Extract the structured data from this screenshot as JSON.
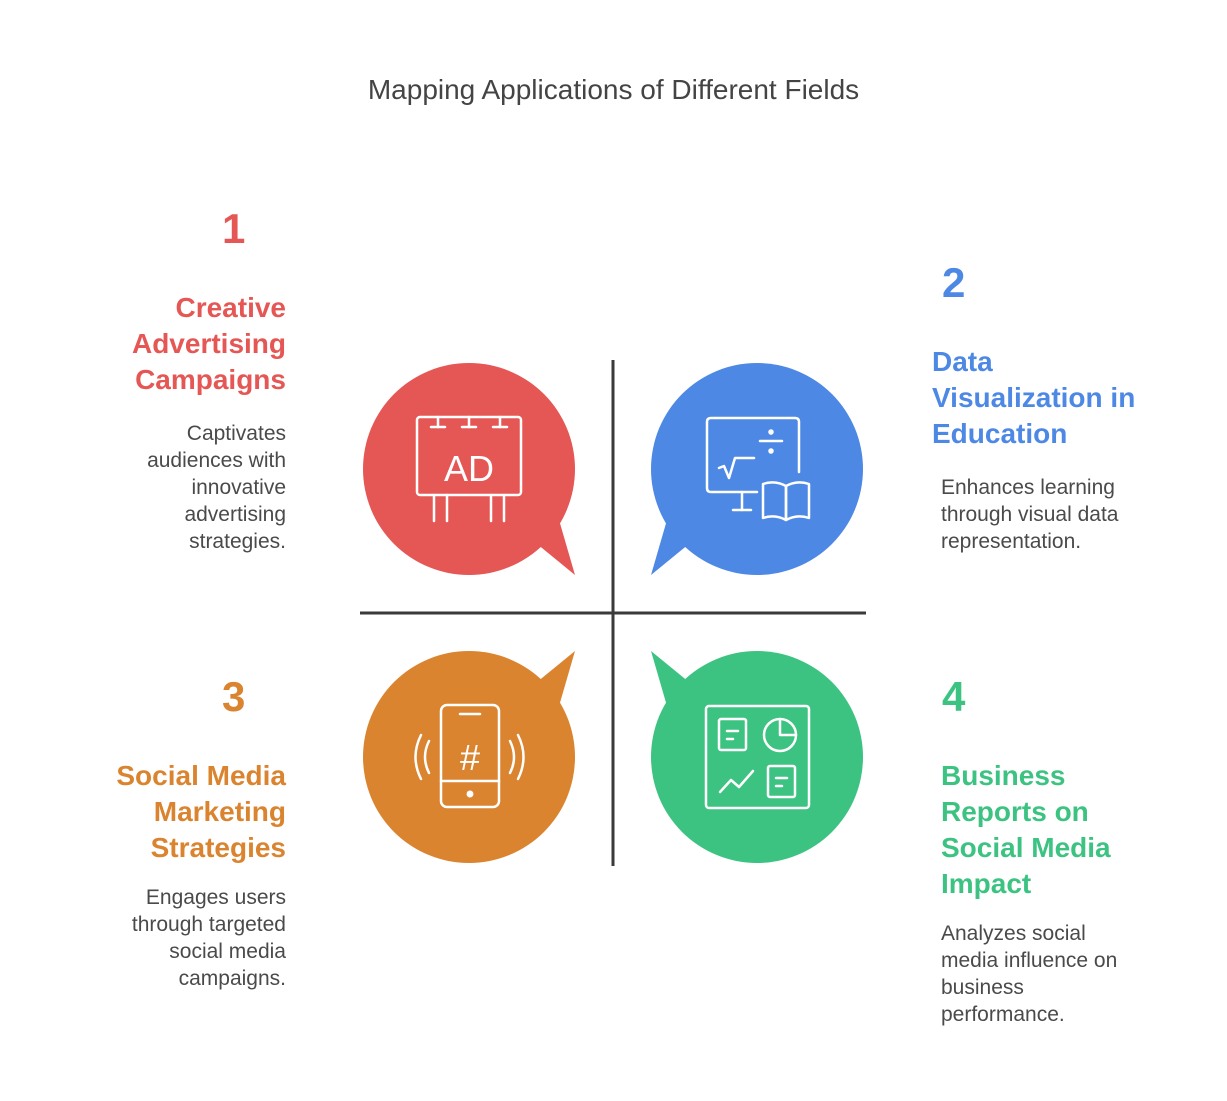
{
  "title": "Mapping Applications of Different Fields",
  "quadrants": [
    {
      "number": "1",
      "heading": "Creative Advertising Campaigns",
      "description": "Captivates audiences with innovative advertising strategies.",
      "color": "#E55754",
      "icon": "billboard-ad-icon",
      "icon_text": "AD"
    },
    {
      "number": "2",
      "heading": "Data Visualization in Education",
      "description": "Enhances learning through visual data representation.",
      "color": "#4E88E5",
      "icon": "education-monitor-book-icon"
    },
    {
      "number": "3",
      "heading": "Social Media Marketing Strategies",
      "description": "Engages users through targeted social media campaigns.",
      "color": "#DB8430",
      "icon": "smartphone-hashtag-icon",
      "icon_text": "#"
    },
    {
      "number": "4",
      "heading": "Business Reports on Social Media Impact",
      "description": "Analyzes social media influence on business performance.",
      "color": "#3DC381",
      "icon": "business-report-chart-icon"
    }
  ]
}
